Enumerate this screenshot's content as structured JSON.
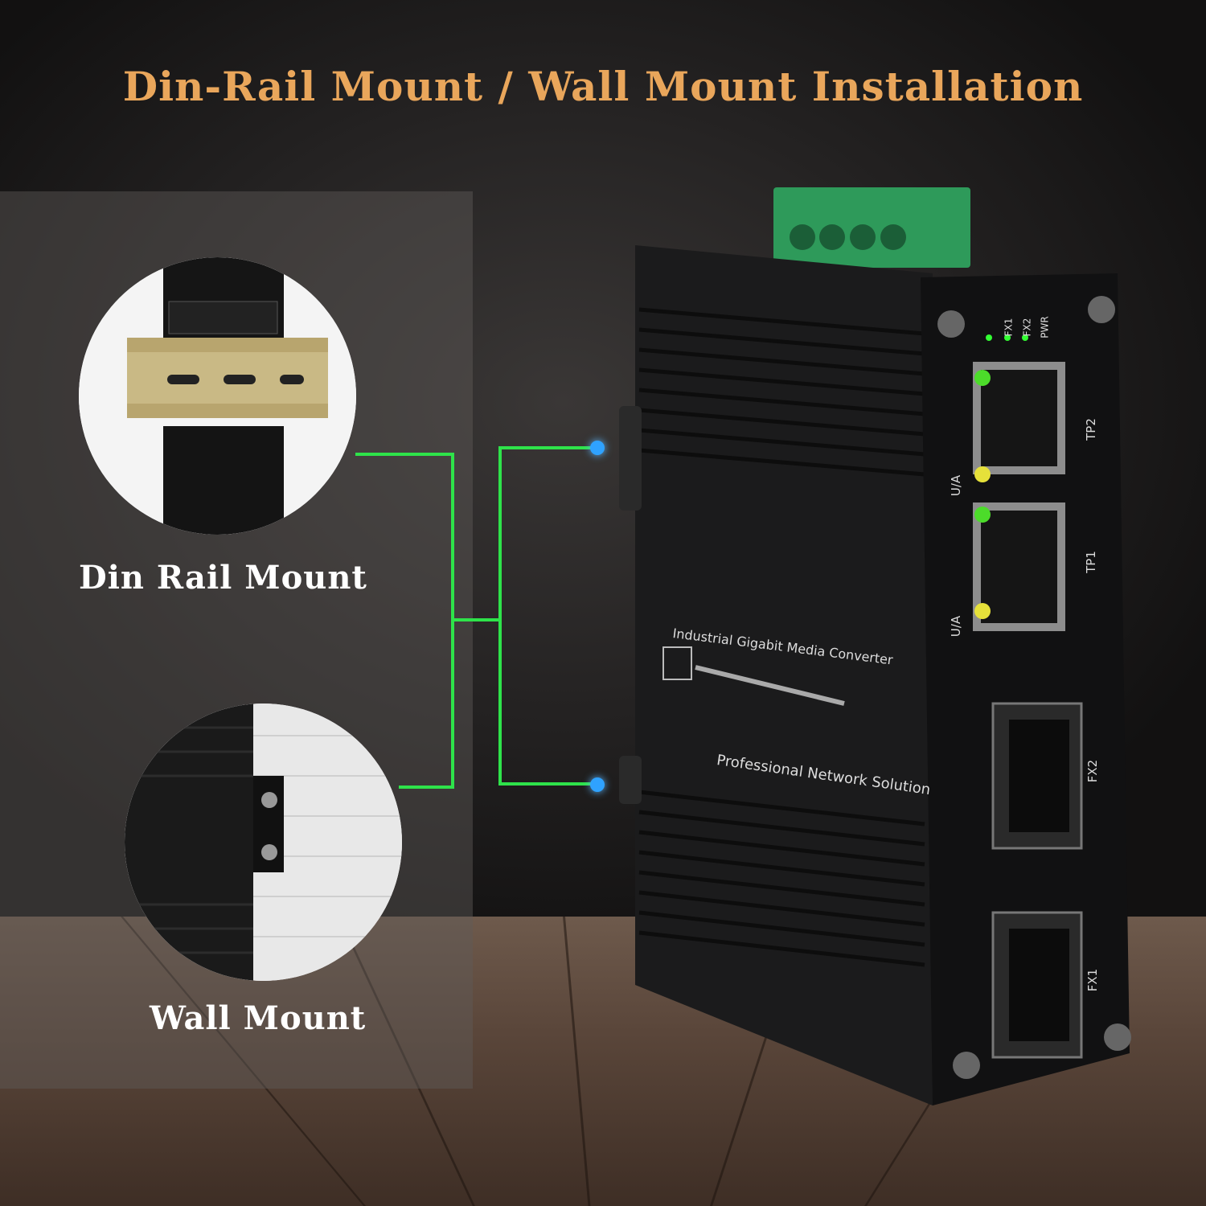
{
  "title": "Din-Rail Mount / Wall Mount Installation",
  "labels": {
    "din_rail": "Din Rail Mount",
    "wall": "Wall Mount"
  },
  "device": {
    "top_text": "Industrial Gigabit Media Converter",
    "bottom_text": "Professional Network Solution",
    "leds": [
      "FX1",
      "FX2",
      "PWR"
    ],
    "ports": [
      "TP2",
      "TP1",
      "FX2",
      "FX1"
    ],
    "ua": "U/A"
  },
  "colors": {
    "title": "#e9a65b",
    "connector_line": "#2ee34a",
    "dot": "#2fa2ff",
    "terminal": "#2e9a5a"
  }
}
